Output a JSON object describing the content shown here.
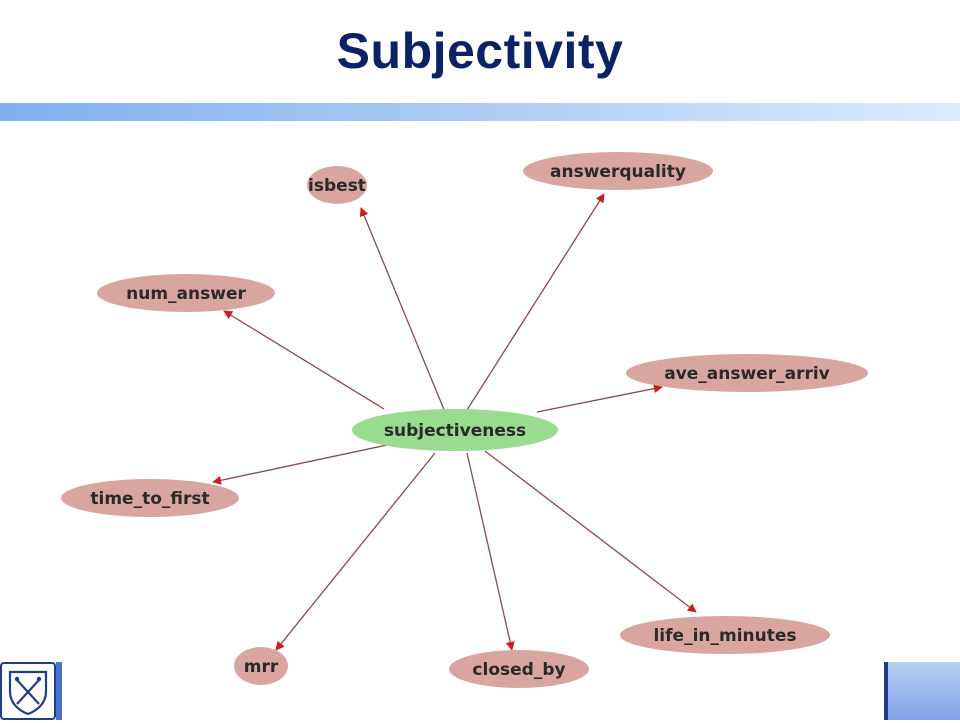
{
  "slide": {
    "title": "Subjectivity"
  },
  "diagram": {
    "center": {
      "id": "subjectiveness",
      "label": "subjectiveness",
      "color": "#99db8f"
    },
    "nodes": [
      {
        "id": "isbest",
        "label": "isbest"
      },
      {
        "id": "answerquality",
        "label": "answerquality"
      },
      {
        "id": "num_answer",
        "label": "num_answer"
      },
      {
        "id": "ave_answer_arriv",
        "label": "ave_answer_arriv"
      },
      {
        "id": "time_to_first",
        "label": "time_to_first"
      },
      {
        "id": "mrr",
        "label": "mrr"
      },
      {
        "id": "closed_by",
        "label": "closed_by"
      },
      {
        "id": "life_in_minutes",
        "label": "life_in_minutes"
      }
    ],
    "node_color": "#d9a5a1",
    "edge_color": "#8a4a4a",
    "arrow_color": "#cc1c1c"
  },
  "footer": {
    "logo_icon": "emory-shield-icon"
  }
}
